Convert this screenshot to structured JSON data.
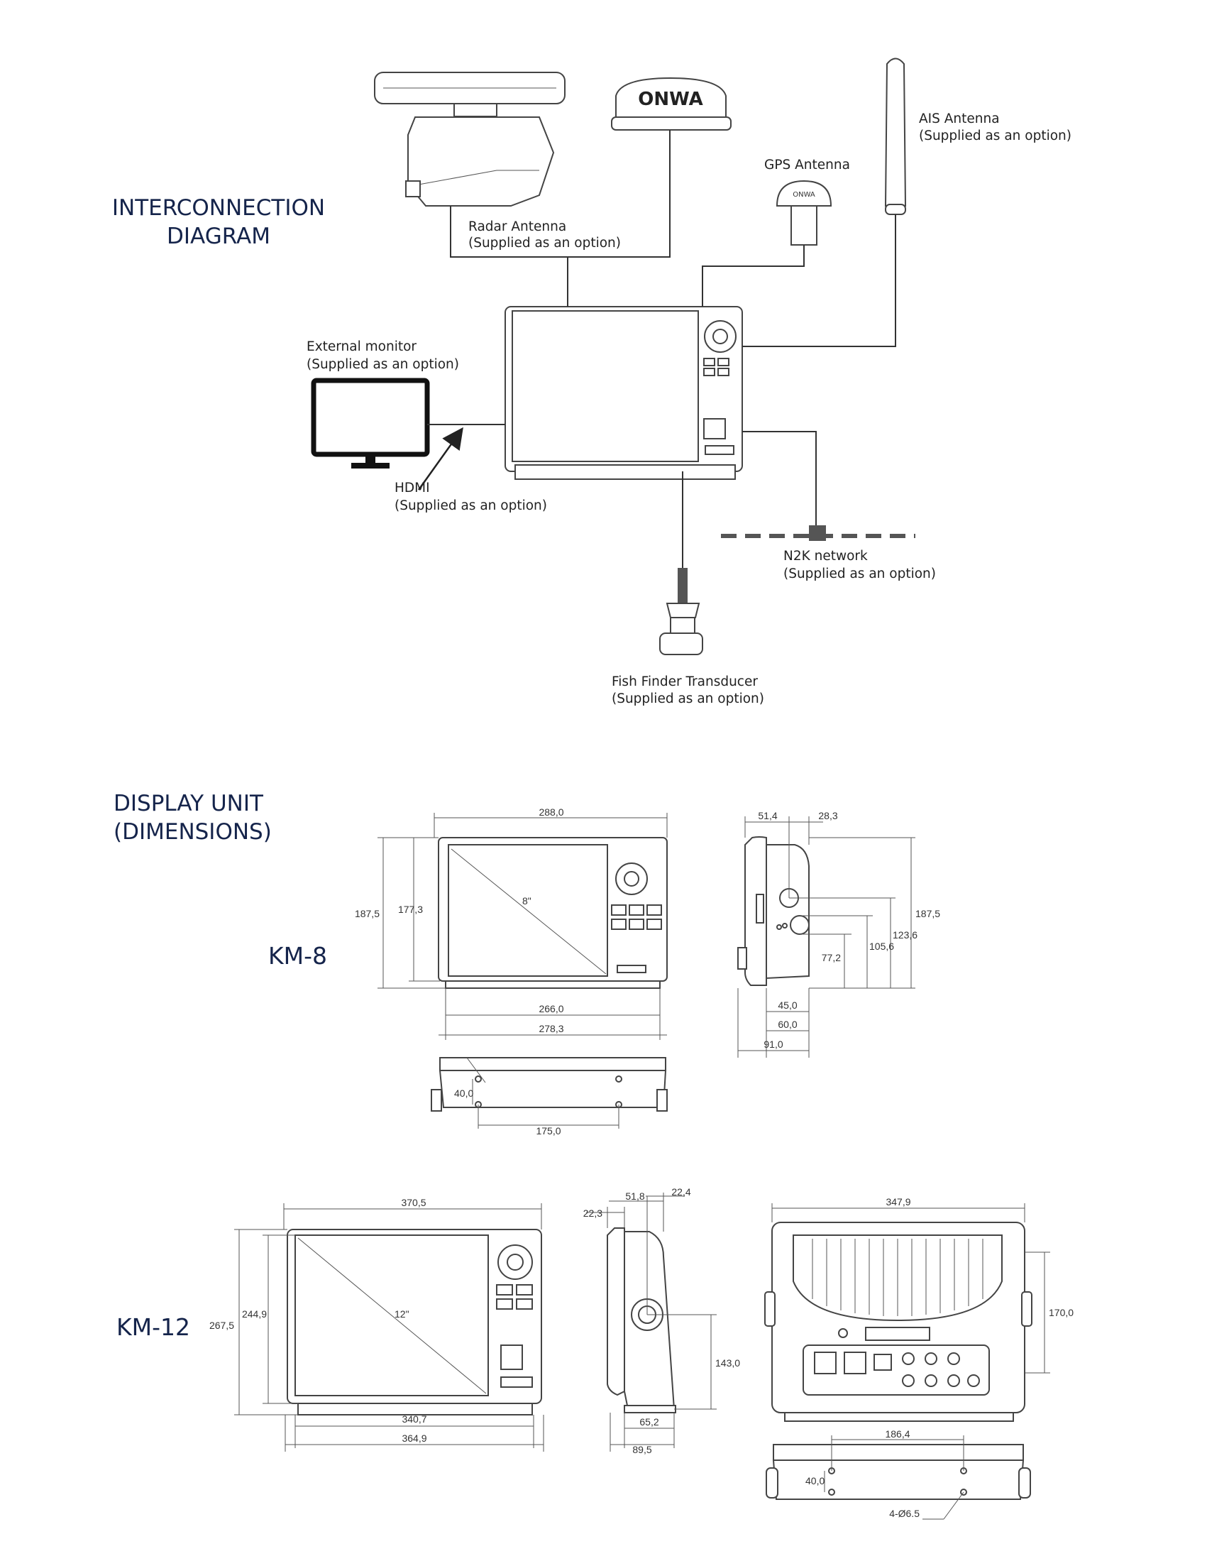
{
  "headings": {
    "interconnection_line1": "INTERCONNECTION",
    "interconnection_line2": "DIAGRAM",
    "display_unit_line1": "DISPLAY UNIT",
    "display_unit_line2": "(DIMENSIONS)"
  },
  "brand_text": "ONWA",
  "interconnection": {
    "radar_antenna": {
      "name": "Radar Antenna",
      "note": "(Supplied as an option)"
    },
    "gps_antenna": {
      "name": "GPS Antenna"
    },
    "ais_antenna": {
      "name": "AIS Antenna",
      "note": "(Supplied as an option)"
    },
    "external_monitor": {
      "name": "External monitor",
      "note": "(Supplied as an option)"
    },
    "hdmi": {
      "name": "HDMI",
      "note": "(Supplied as an option)"
    },
    "n2k": {
      "name": "N2K network",
      "note": "(Supplied as an option)"
    },
    "transducer": {
      "name": "Fish Finder Transducer",
      "note": "(Supplied as an option)"
    }
  },
  "km8": {
    "label": "KM-8",
    "screen": "8ʺ",
    "dims": {
      "width": "288,0",
      "height_outer": "187,5",
      "height_inner": "177,3",
      "bezel": "266,0",
      "base": "278,3",
      "side_top": "51,4",
      "side_top2": "28,3",
      "side_h1": "187,5",
      "side_h2": "123,6",
      "side_h3": "105,6",
      "side_h4": "77,2",
      "side_b1": "45,0",
      "side_b2": "60,0",
      "side_b3": "91,0",
      "bottom_hole": "40,0",
      "bottom_span": "175,0"
    }
  },
  "km12": {
    "label": "KM-12",
    "screen": "12ʺ",
    "dims": {
      "width": "370,5",
      "height_outer": "267,5",
      "height_inner": "244,9",
      "bezel": "340,7",
      "base": "364,9",
      "side_a": "22,3",
      "side_b": "51,8",
      "side_c": "22,4",
      "side_h": "143,0",
      "side_b1": "65,2",
      "side_b2": "89,5",
      "rear_width": "347,9",
      "rear_h": "170,0",
      "bottom_span": "186,4",
      "bottom_hole": "40,0",
      "holes": "4-Ø6.5"
    }
  }
}
